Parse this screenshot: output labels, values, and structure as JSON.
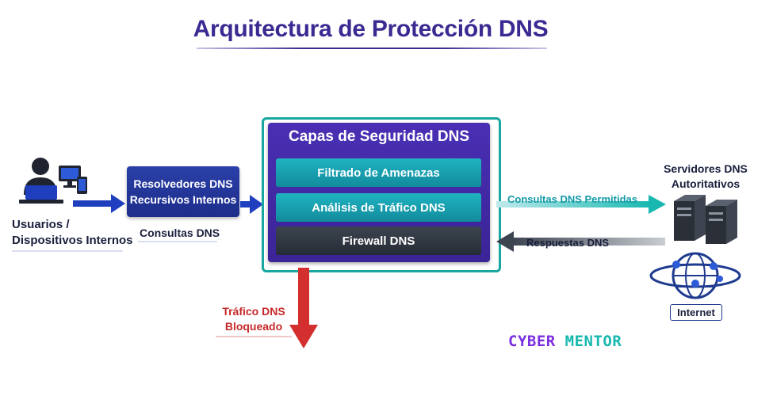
{
  "title": "Arquitectura de Protección DNS",
  "users": {
    "line1": "Usuarios /",
    "line2": "Dispositivos Internos"
  },
  "resolver": {
    "line1": "Resolvedores DNS",
    "line2": "Recursivos Internos"
  },
  "queries_label": "Consultas DNS",
  "security": {
    "title": "Capas de Seguridad DNS",
    "layers": [
      "Filtrado de Amenazas",
      "Análisis de Tráfico DNS",
      "Firewall DNS"
    ]
  },
  "allowed_label": "Consultas DNS Permitidas",
  "answers_label": "Respuestas DNS",
  "servers": {
    "line1": "Servidores DNS",
    "line2": "Autoritativos"
  },
  "internet_label": "Internet",
  "blocked": {
    "line1": "Tráfico DNS",
    "line2": "Bloqueado"
  },
  "logo": {
    "part1": "CYBER",
    "part2": " MENTOR"
  },
  "icons": [
    "user-laptop-icon",
    "monitor-icon",
    "phone-icon",
    "server-icon",
    "globe-network-icon"
  ],
  "colors": {
    "title": "#3b2a92",
    "resolver": "#1d2e8a",
    "security": "#3a2496",
    "teal": "#18a7a0",
    "blocked": "#d32f2f",
    "arrow_blue": "#1f3fbf"
  }
}
